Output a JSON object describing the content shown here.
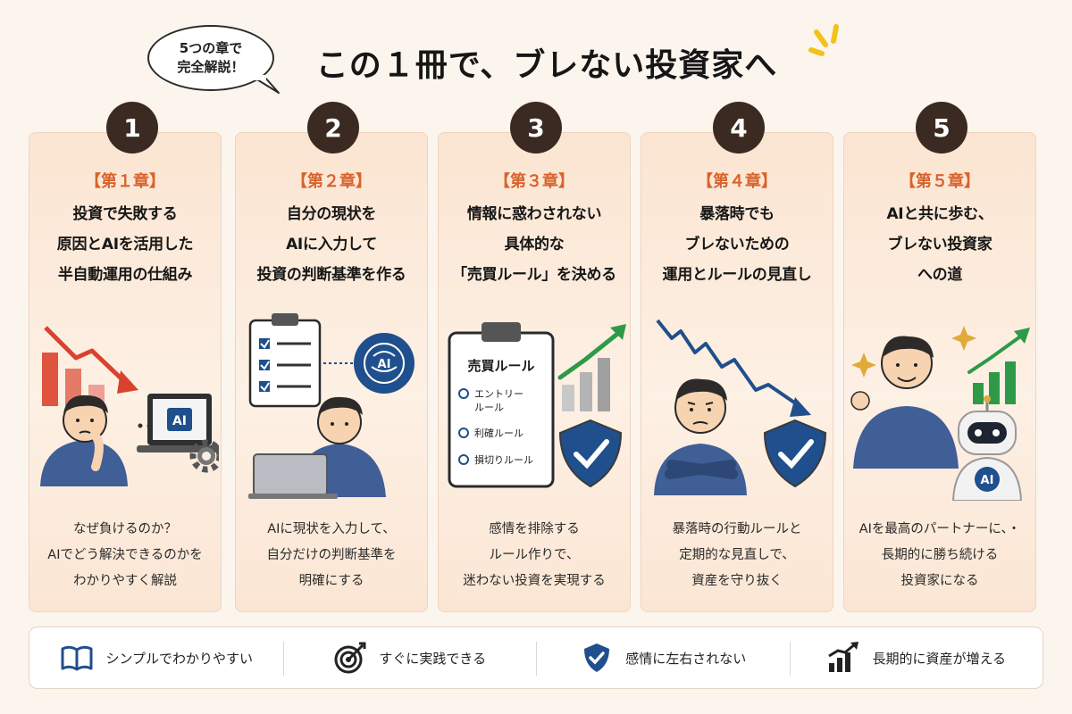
{
  "header": {
    "bubble_lines": [
      "5つの章で",
      "完全解説！"
    ],
    "title": "この１冊で、ブレない投資家へ"
  },
  "colors": {
    "accent": "#d9622b",
    "badge": "#3b2a22",
    "navy": "#1f4f8c",
    "shirt": "#3f5f96",
    "green": "#2e9a48"
  },
  "chapters": [
    {
      "number": "1",
      "chapter": "【第１章】",
      "title_lines": [
        "投資で失敗する",
        "原因とAIを活用した",
        "半自動運用の仕組み"
      ],
      "icons": [
        "declining-chart-icon",
        "thinking-person-icon",
        "laptop-ai-icon",
        "gear-icon"
      ],
      "ai_label": "AI",
      "desc_lines": [
        "なぜ負けるのか？",
        "AIでどう解決できるのかを",
        "わかりやすく解説"
      ]
    },
    {
      "number": "2",
      "chapter": "【第２章】",
      "title_lines": [
        "自分の現状を",
        "AIに入力して",
        "投資の判断基準を作る"
      ],
      "icons": [
        "checklist-clipboard-icon",
        "ai-brain-icon",
        "person-laptop-icon"
      ],
      "ai_label": "AI",
      "desc_lines": [
        "AIに現状を入力して、",
        "自分だけの判断基準を",
        "明確にする"
      ]
    },
    {
      "number": "3",
      "chapter": "【第３章】",
      "title_lines": [
        "情報に惑わされない",
        "具体的な",
        "「売買ルール」を決める"
      ],
      "icons": [
        "rules-clipboard-icon",
        "rising-chart-icon",
        "shield-check-icon"
      ],
      "clipboard": {
        "title": "売買ルール",
        "items": [
          [
            "エントリー",
            "ルール"
          ],
          [
            "利確ルール"
          ],
          [
            "損切りルール"
          ]
        ]
      },
      "desc_lines": [
        "感情を排除する",
        "ルール作りで、",
        "迷わない投資を実現する"
      ]
    },
    {
      "number": "4",
      "chapter": "【第４章】",
      "title_lines": [
        "暴落時でも",
        "ブレないための",
        "運用とルールの見直し"
      ],
      "icons": [
        "crash-line-icon",
        "worried-person-icon",
        "shield-check-icon"
      ],
      "desc_lines": [
        "暴落時の行動ルールと",
        "定期的な見直しで、",
        "資産を守り抜く"
      ]
    },
    {
      "number": "5",
      "chapter": "【第５章】",
      "title_lines": [
        "AIと共に歩む、",
        "ブレない投資家",
        "への道"
      ],
      "icons": [
        "confident-person-icon",
        "ai-robot-icon",
        "rising-chart-icon",
        "sparkle-icon"
      ],
      "ai_label": "AI",
      "desc_lines": [
        "AIを最高のパートナーに、・",
        "長期的に勝ち続ける",
        "投資家になる"
      ]
    }
  ],
  "features": [
    {
      "icon": "open-book-icon",
      "label": "シンプルでわかりやすい"
    },
    {
      "icon": "target-icon",
      "label": "すぐに実践できる"
    },
    {
      "icon": "shield-check-icon",
      "label": "感情に左右されない"
    },
    {
      "icon": "growth-chart-icon",
      "label": "長期的に資産が増える"
    }
  ]
}
